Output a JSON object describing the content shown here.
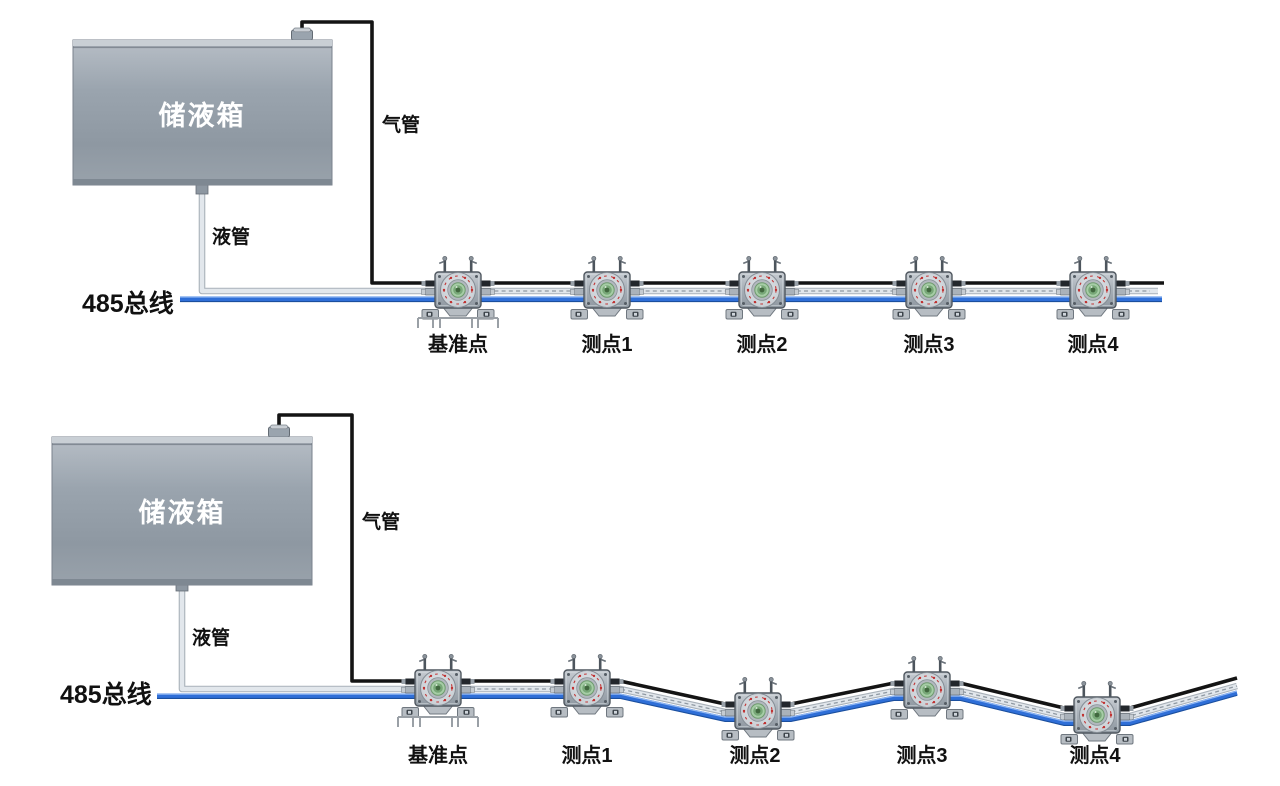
{
  "colors": {
    "bus_blue": "#2f6fd8",
    "bus_blue_highlight": "#8fb6f2",
    "bus_blue_shadow": "#1b4f9e",
    "air_pipe_black": "#141414",
    "liquid_pipe_silver": "#e2e7ec",
    "liquid_pipe_outline": "#a9b1b9",
    "tank_gray": "#98a2ac",
    "sensor_dial_green": "#78a878",
    "datum_gray": "#9aa0a6",
    "label_text": "#111111",
    "tank_label_text": "#ffffff"
  },
  "diagrams": [
    {
      "name": "level-pipeline",
      "tank_label": "储液箱",
      "air_pipe_label": "气管",
      "liquid_pipe_label": "液管",
      "bus_label": "485总线",
      "sensors": [
        {
          "label": "基准点"
        },
        {
          "label": "测点1"
        },
        {
          "label": "测点2"
        },
        {
          "label": "测点3"
        },
        {
          "label": "测点4"
        }
      ]
    },
    {
      "name": "settled-pipeline",
      "tank_label": "储液箱",
      "air_pipe_label": "气管",
      "liquid_pipe_label": "液管",
      "bus_label": "485总线",
      "sensors": [
        {
          "label": "基准点"
        },
        {
          "label": "测点1"
        },
        {
          "label": "测点2"
        },
        {
          "label": "测点3"
        },
        {
          "label": "测点4"
        }
      ]
    }
  ]
}
